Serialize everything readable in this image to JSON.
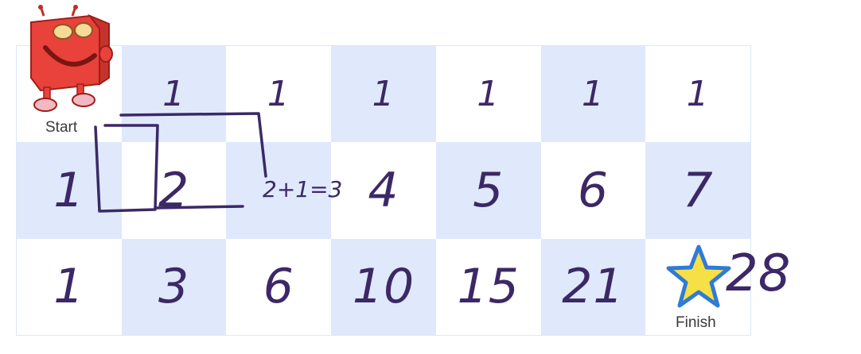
{
  "labels": {
    "start": "Start",
    "finish": "Finish"
  },
  "grid": {
    "rows": [
      [
        "",
        "1",
        "1",
        "1",
        "1",
        "1",
        "1"
      ],
      [
        "1",
        "2",
        "",
        "4",
        "5",
        "6",
        "7"
      ],
      [
        "1",
        "3",
        "6",
        "10",
        "15",
        "21",
        ""
      ]
    ],
    "shading": [
      [
        "light",
        "blue",
        "light",
        "blue",
        "light",
        "blue",
        "light"
      ],
      [
        "blue",
        "light",
        "blue",
        "light",
        "blue",
        "light",
        "blue"
      ],
      [
        "light",
        "blue",
        "light",
        "blue",
        "light",
        "blue",
        "light"
      ]
    ]
  },
  "annotations": {
    "sum_note": "2+1=3",
    "final_value": "28"
  },
  "colors": {
    "ink": "#3c2867",
    "cell_blue": "#dfe9fb",
    "robot_red": "#e8423a",
    "star_yellow": "#f7e046",
    "star_outline": "#2f7bd6"
  },
  "icons": {
    "start": "robot-icon",
    "finish": "star-icon"
  }
}
